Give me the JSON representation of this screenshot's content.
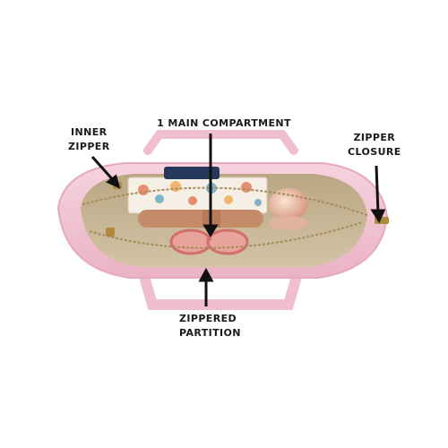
{
  "callouts": {
    "inner_zipper": [
      "INNER",
      "ZIPPER"
    ],
    "main_compartment": "1 MAIN COMPARTMENT",
    "zipper_closure": [
      "ZIPPER",
      "CLOSURE"
    ],
    "zippered_partition": [
      "ZIPPERED",
      "PARTITION"
    ]
  },
  "colors": {
    "bag_pink": "#f2c4d3",
    "lining_khaki": "#c6b595",
    "zipper_gold": "#b08a3c"
  }
}
